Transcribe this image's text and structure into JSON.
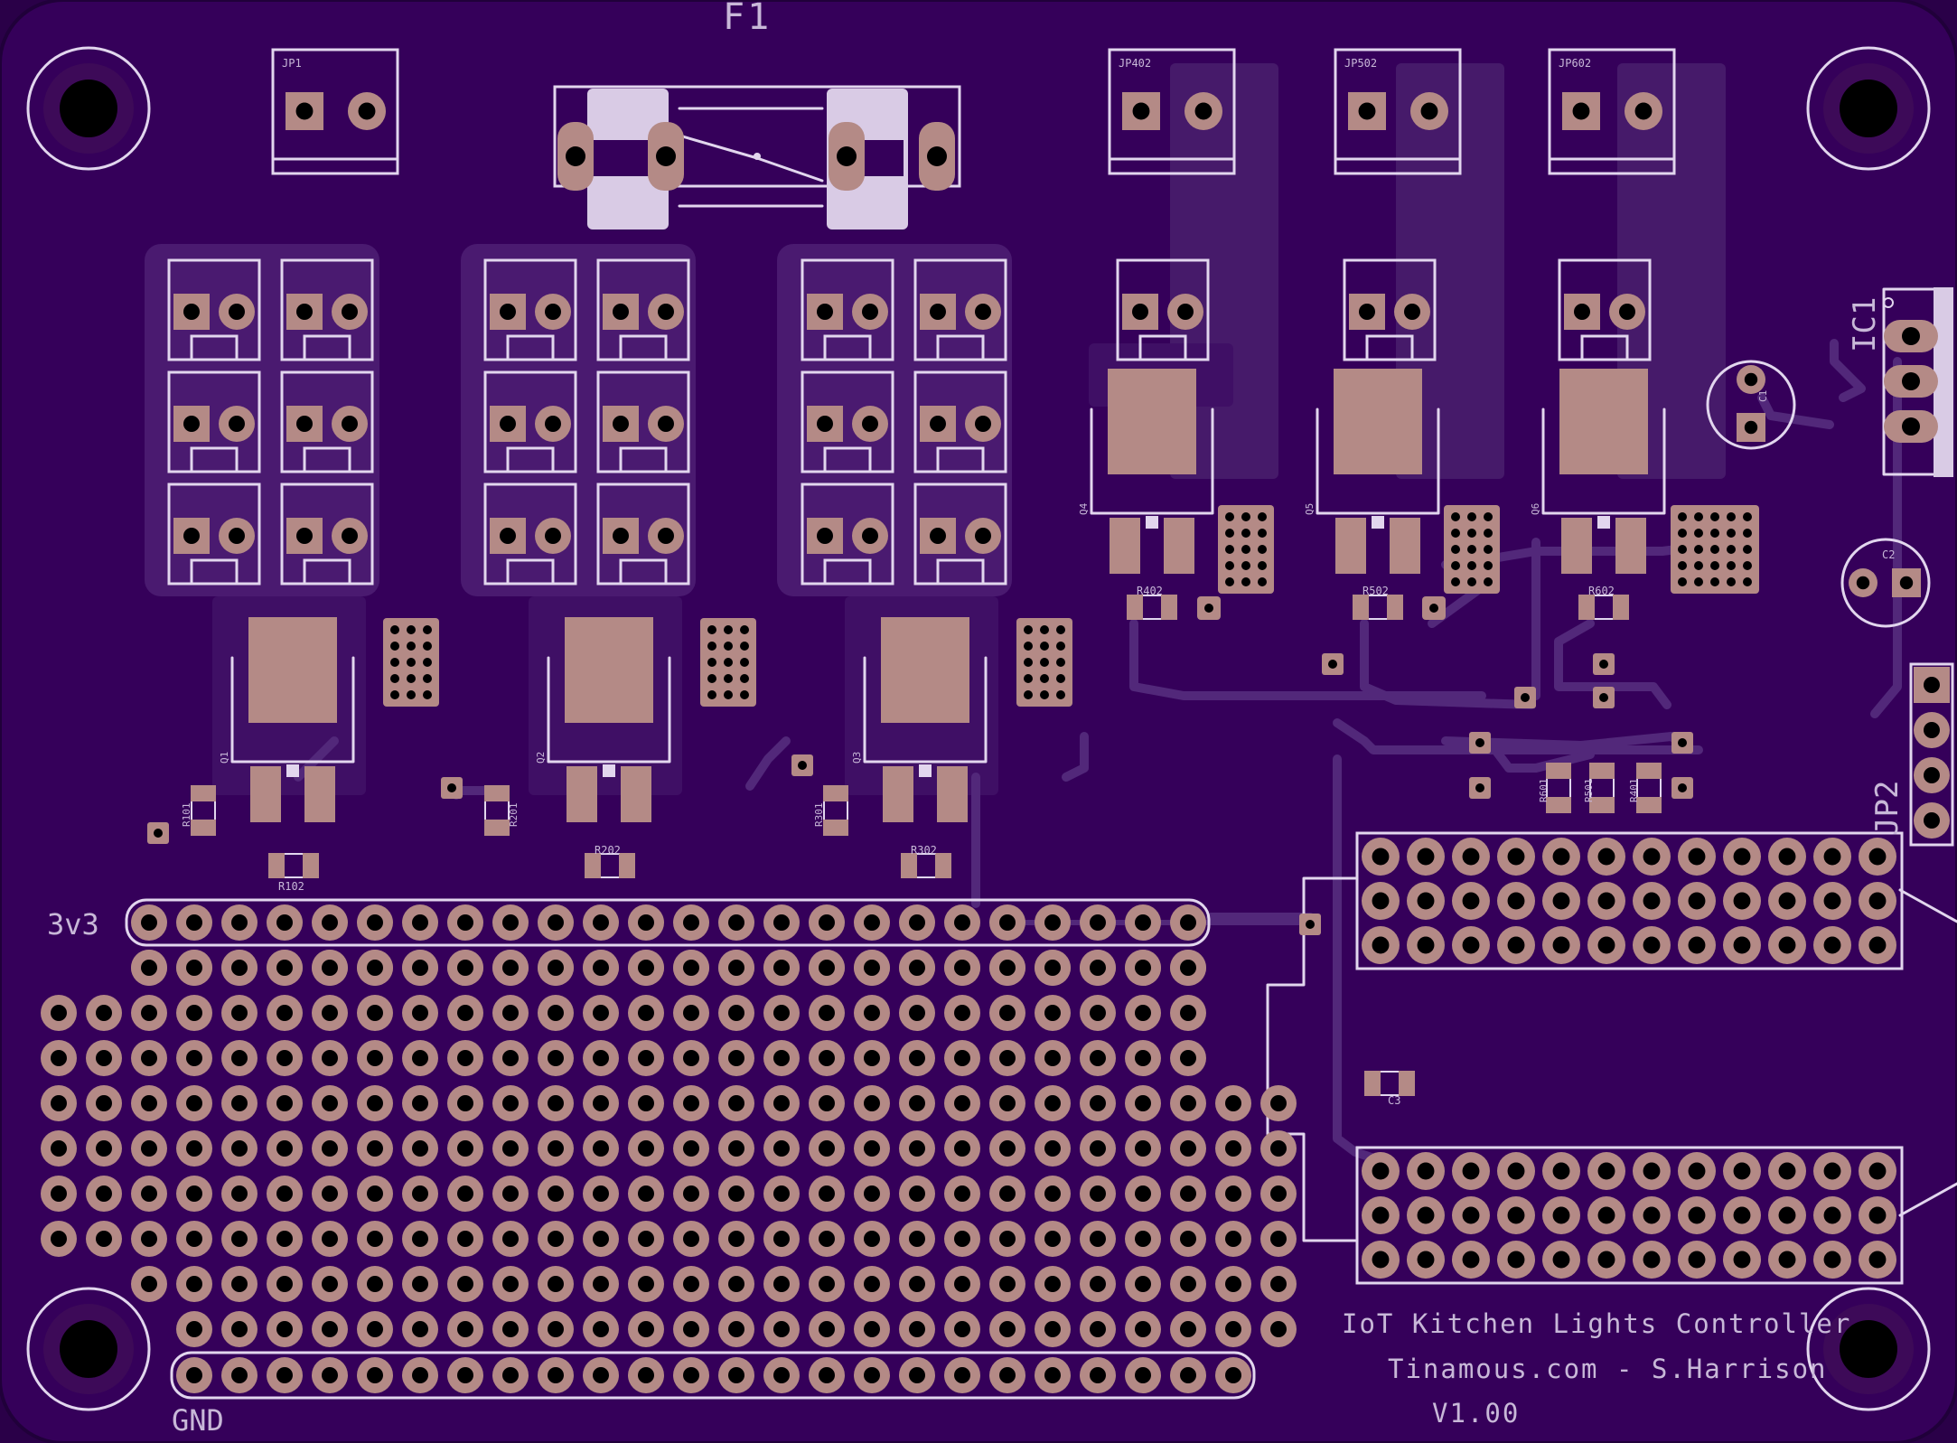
{
  "colors": {
    "board": "#35005a",
    "board_edge": "#22003a",
    "pour": "#4a1a70",
    "silk": "#e2d6ee",
    "copper": "#b48a86",
    "hole": "#3a0a4e",
    "drill": "#000000",
    "trace": "#52287a"
  },
  "labels": {
    "fuse": "F1",
    "ic": "IC1",
    "jp2": "JP2",
    "jp1": "JP1",
    "jp402": "JP402",
    "jp502": "JP502",
    "jp602": "JP602",
    "c1": "C1",
    "c2": "C2",
    "c3": "C3",
    "q1": "Q1",
    "q2": "Q2",
    "q3": "Q3",
    "q4": "Q4",
    "q5": "Q5",
    "q6": "Q6",
    "r101": "R101",
    "r102": "R102",
    "r201": "R201",
    "r202": "R202",
    "r301": "R301",
    "r302": "R302",
    "r402": "R402",
    "r502": "R502",
    "r602": "R602",
    "r401": "R401",
    "r501": "R501",
    "r601": "R601",
    "rail_3v3": "3v3",
    "rail_gnd": "GND",
    "title": "IoT Kitchen Lights Controller",
    "credit": "Tinamous.com - S.Harrison",
    "version": "V1.00"
  }
}
